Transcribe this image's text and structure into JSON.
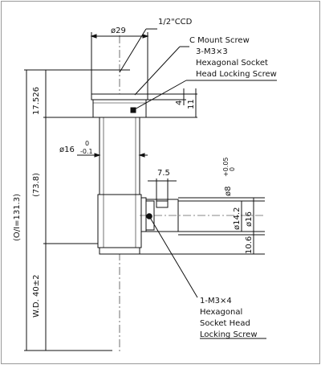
{
  "labels": {
    "sensor": "1/2\"CCD",
    "c_mount": "C Mount Screw",
    "top_screw": [
      "3-M3×3",
      "Hexagonal Socket",
      "Head Locking Screw"
    ],
    "side_screw": [
      "1-M3×4",
      "Hexagonal",
      "Socket Head",
      "Locking Screw"
    ]
  },
  "dimensions": {
    "top_dia": "ø29",
    "tube_dia": "ø16",
    "tube_tol_upper": "0",
    "tube_tol_lower": "-0.1",
    "flange_thin": "4",
    "flange": "11",
    "upper_len": "17.526",
    "mid_len": "(73.8)",
    "overall": "(O/I=131.3)",
    "working_distance": "W.D. 40±2",
    "side_offset": "7.5",
    "side_bore": "ø8",
    "side_bore_tol_upper": "+0.05",
    "side_bore_tol_lower": "0",
    "side_inner": "ø14.2",
    "side_outer": "ø16",
    "side_lower": "10.6"
  }
}
